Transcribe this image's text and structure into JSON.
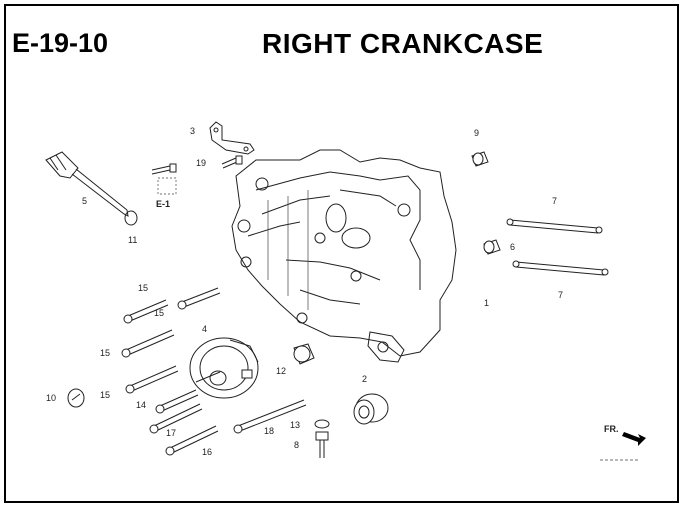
{
  "header": {
    "code": "E-19-10",
    "title": "RIGHT CRANKCASE"
  },
  "diagram": {
    "callouts": [
      "1",
      "2",
      "3",
      "4",
      "5",
      "6",
      "7",
      "7",
      "8",
      "9",
      "10",
      "11",
      "12",
      "13",
      "14",
      "15",
      "15",
      "15",
      "15",
      "16",
      "17",
      "18",
      "19",
      "E-1"
    ],
    "fr_label": "FR."
  }
}
